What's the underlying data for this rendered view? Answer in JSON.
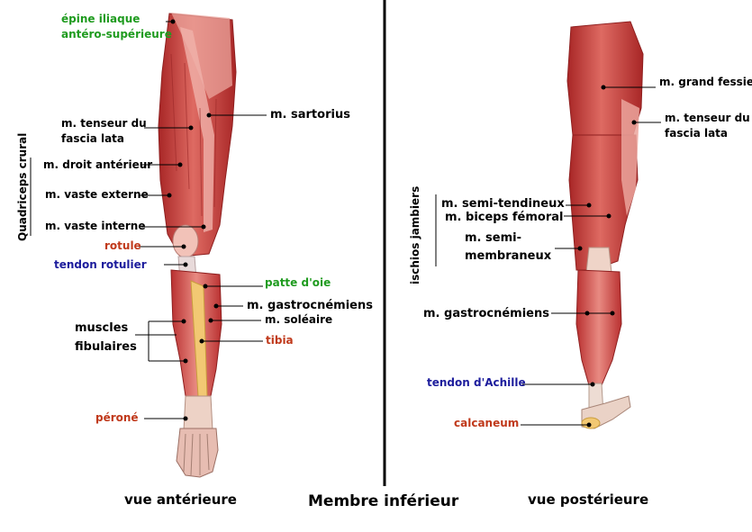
{
  "title": "Membre inférieur",
  "anterior": {
    "caption": "vue antérieure",
    "group_label": "Quadriceps crural",
    "labels": {
      "epine_line1": "épine iliaque",
      "epine_line2": "antéro-supérieure",
      "tenseur_line1": "m. tenseur du",
      "tenseur_line2": "fascia lata",
      "sartorius": "m. sartorius",
      "droit": "m. droit antérieur",
      "vaste_externe": "m. vaste externe",
      "vaste_interne": "m. vaste interne",
      "rotule": "rotule",
      "tendon_rotulier": "tendon rotulier",
      "patte_doie": "patte d'oie",
      "gastrocnemiens": "m. gastrocnémiens",
      "soleaire": "m. soléaire",
      "tibia": "tibia",
      "fibulaires_line1": "muscles",
      "fibulaires_line2": "fibulaires",
      "perone": "péroné"
    }
  },
  "posterior": {
    "caption": "vue postérieure",
    "group_label": "ischios jambiers",
    "labels": {
      "grand_fessier": "m. grand fessier",
      "tenseur_line1": "m. tenseur du",
      "tenseur_line2": "fascia lata",
      "semi_tendineux": "m. semi-tendineux",
      "biceps": "m. biceps fémoral",
      "semi_mem_line1": "m. semi-",
      "semi_mem_line2": "membraneux",
      "gastrocnemiens": "m. gastrocnémiens",
      "achille": "tendon d'Achille",
      "calcaneum": "calcaneum"
    }
  },
  "colors": {
    "black": "#000000",
    "green": "#1f9b1f",
    "red": "#c0391b",
    "blue": "#1c1c9c",
    "muscle": "#c83a3a",
    "muscle_light": "#e58a84",
    "tendon": "#ecd6c8",
    "bone": "#f2c873"
  }
}
